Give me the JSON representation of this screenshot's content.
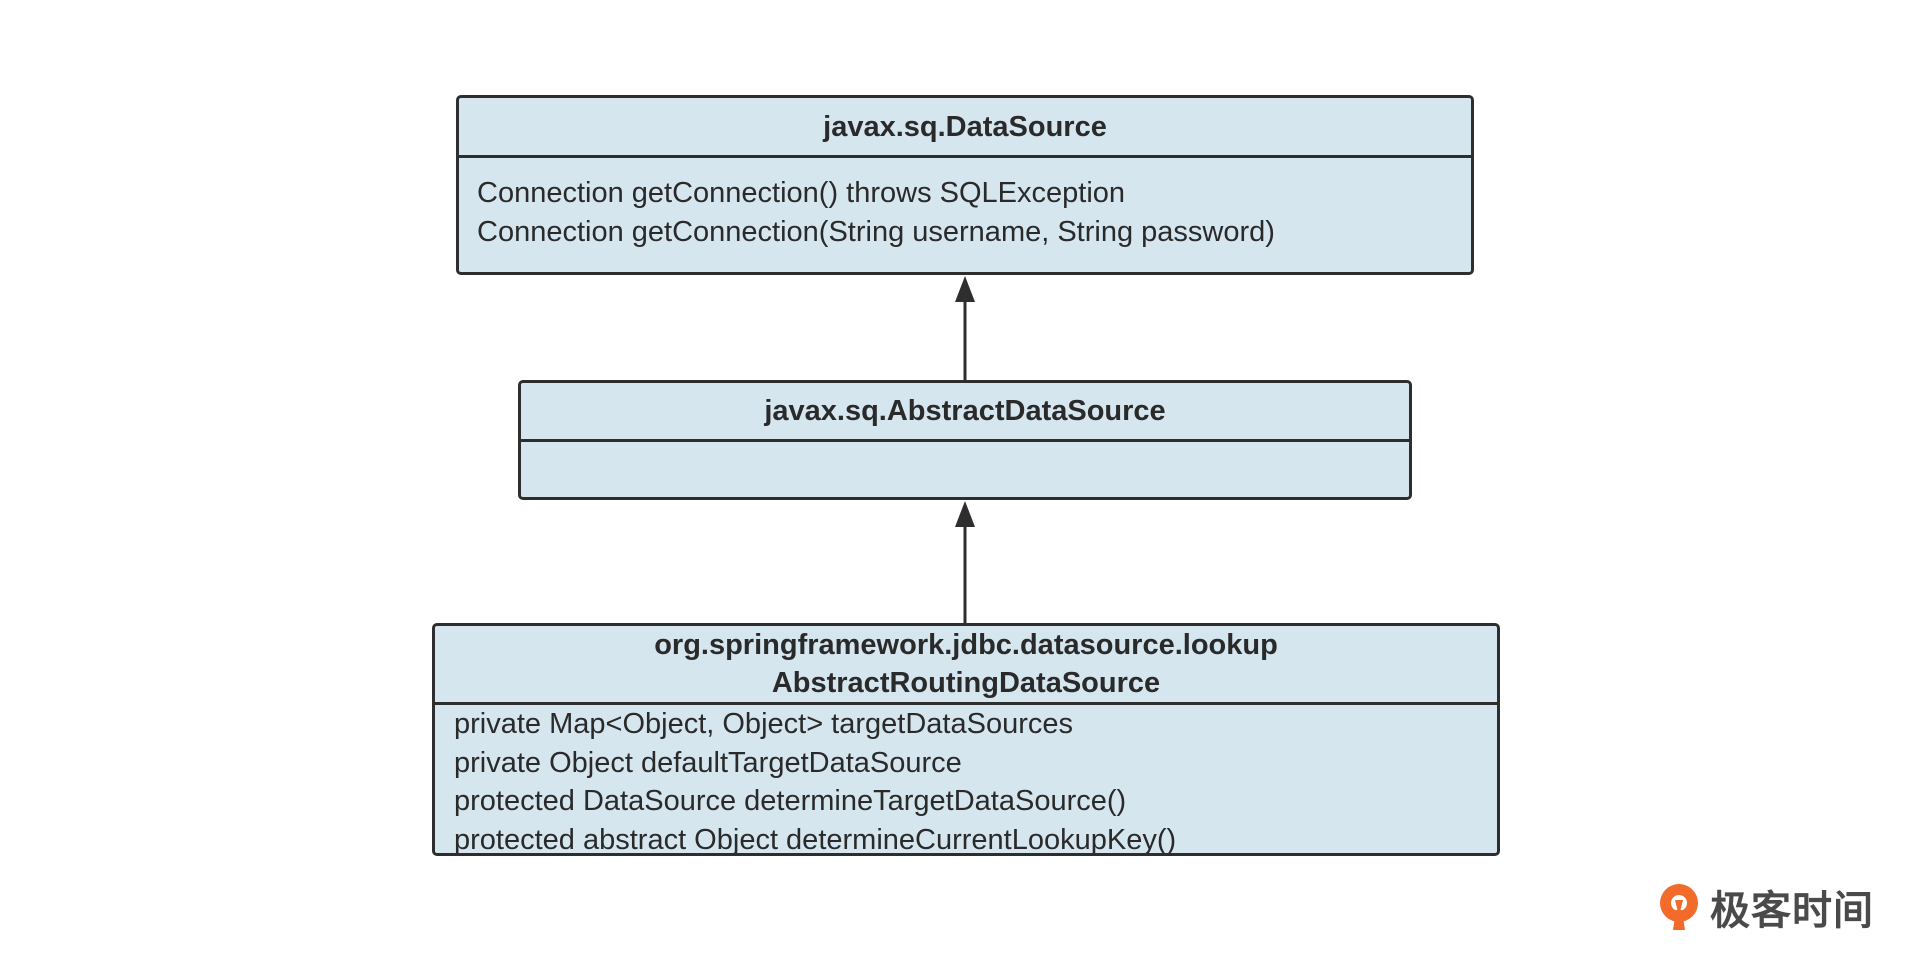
{
  "diagram": {
    "classes": [
      {
        "name_lines": [
          "javax.sq.DataSource"
        ],
        "members": [
          "Connection getConnection() throws SQLException",
          "Connection getConnection(String username, String password)"
        ]
      },
      {
        "name_lines": [
          "javax.sq.AbstractDataSource"
        ],
        "members": []
      },
      {
        "name_lines": [
          "org.springframework.jdbc.datasource.lookup",
          "AbstractRoutingDataSource"
        ],
        "members": [
          "private Map<Object, Object> targetDataSources",
          "private Object defaultTargetDataSource",
          "protected DataSource determineTargetDataSource()",
          "protected abstract Object determineCurrentLookupKey()"
        ]
      }
    ],
    "relations": [
      {
        "from": "javax.sq.AbstractDataSource",
        "to": "javax.sq.DataSource",
        "type": "generalization"
      },
      {
        "from": "AbstractRoutingDataSource",
        "to": "javax.sq.AbstractDataSource",
        "type": "generalization"
      }
    ],
    "colors": {
      "box_fill": "#d6e6ef",
      "box_stroke": "#2e2e2e",
      "arrow": "#2e2e2e",
      "logo_orange": "#f26b2a",
      "logo_text": "#4a4a4a"
    }
  },
  "watermark": {
    "text": "极客时间",
    "icon": "geektime-logo-icon"
  }
}
